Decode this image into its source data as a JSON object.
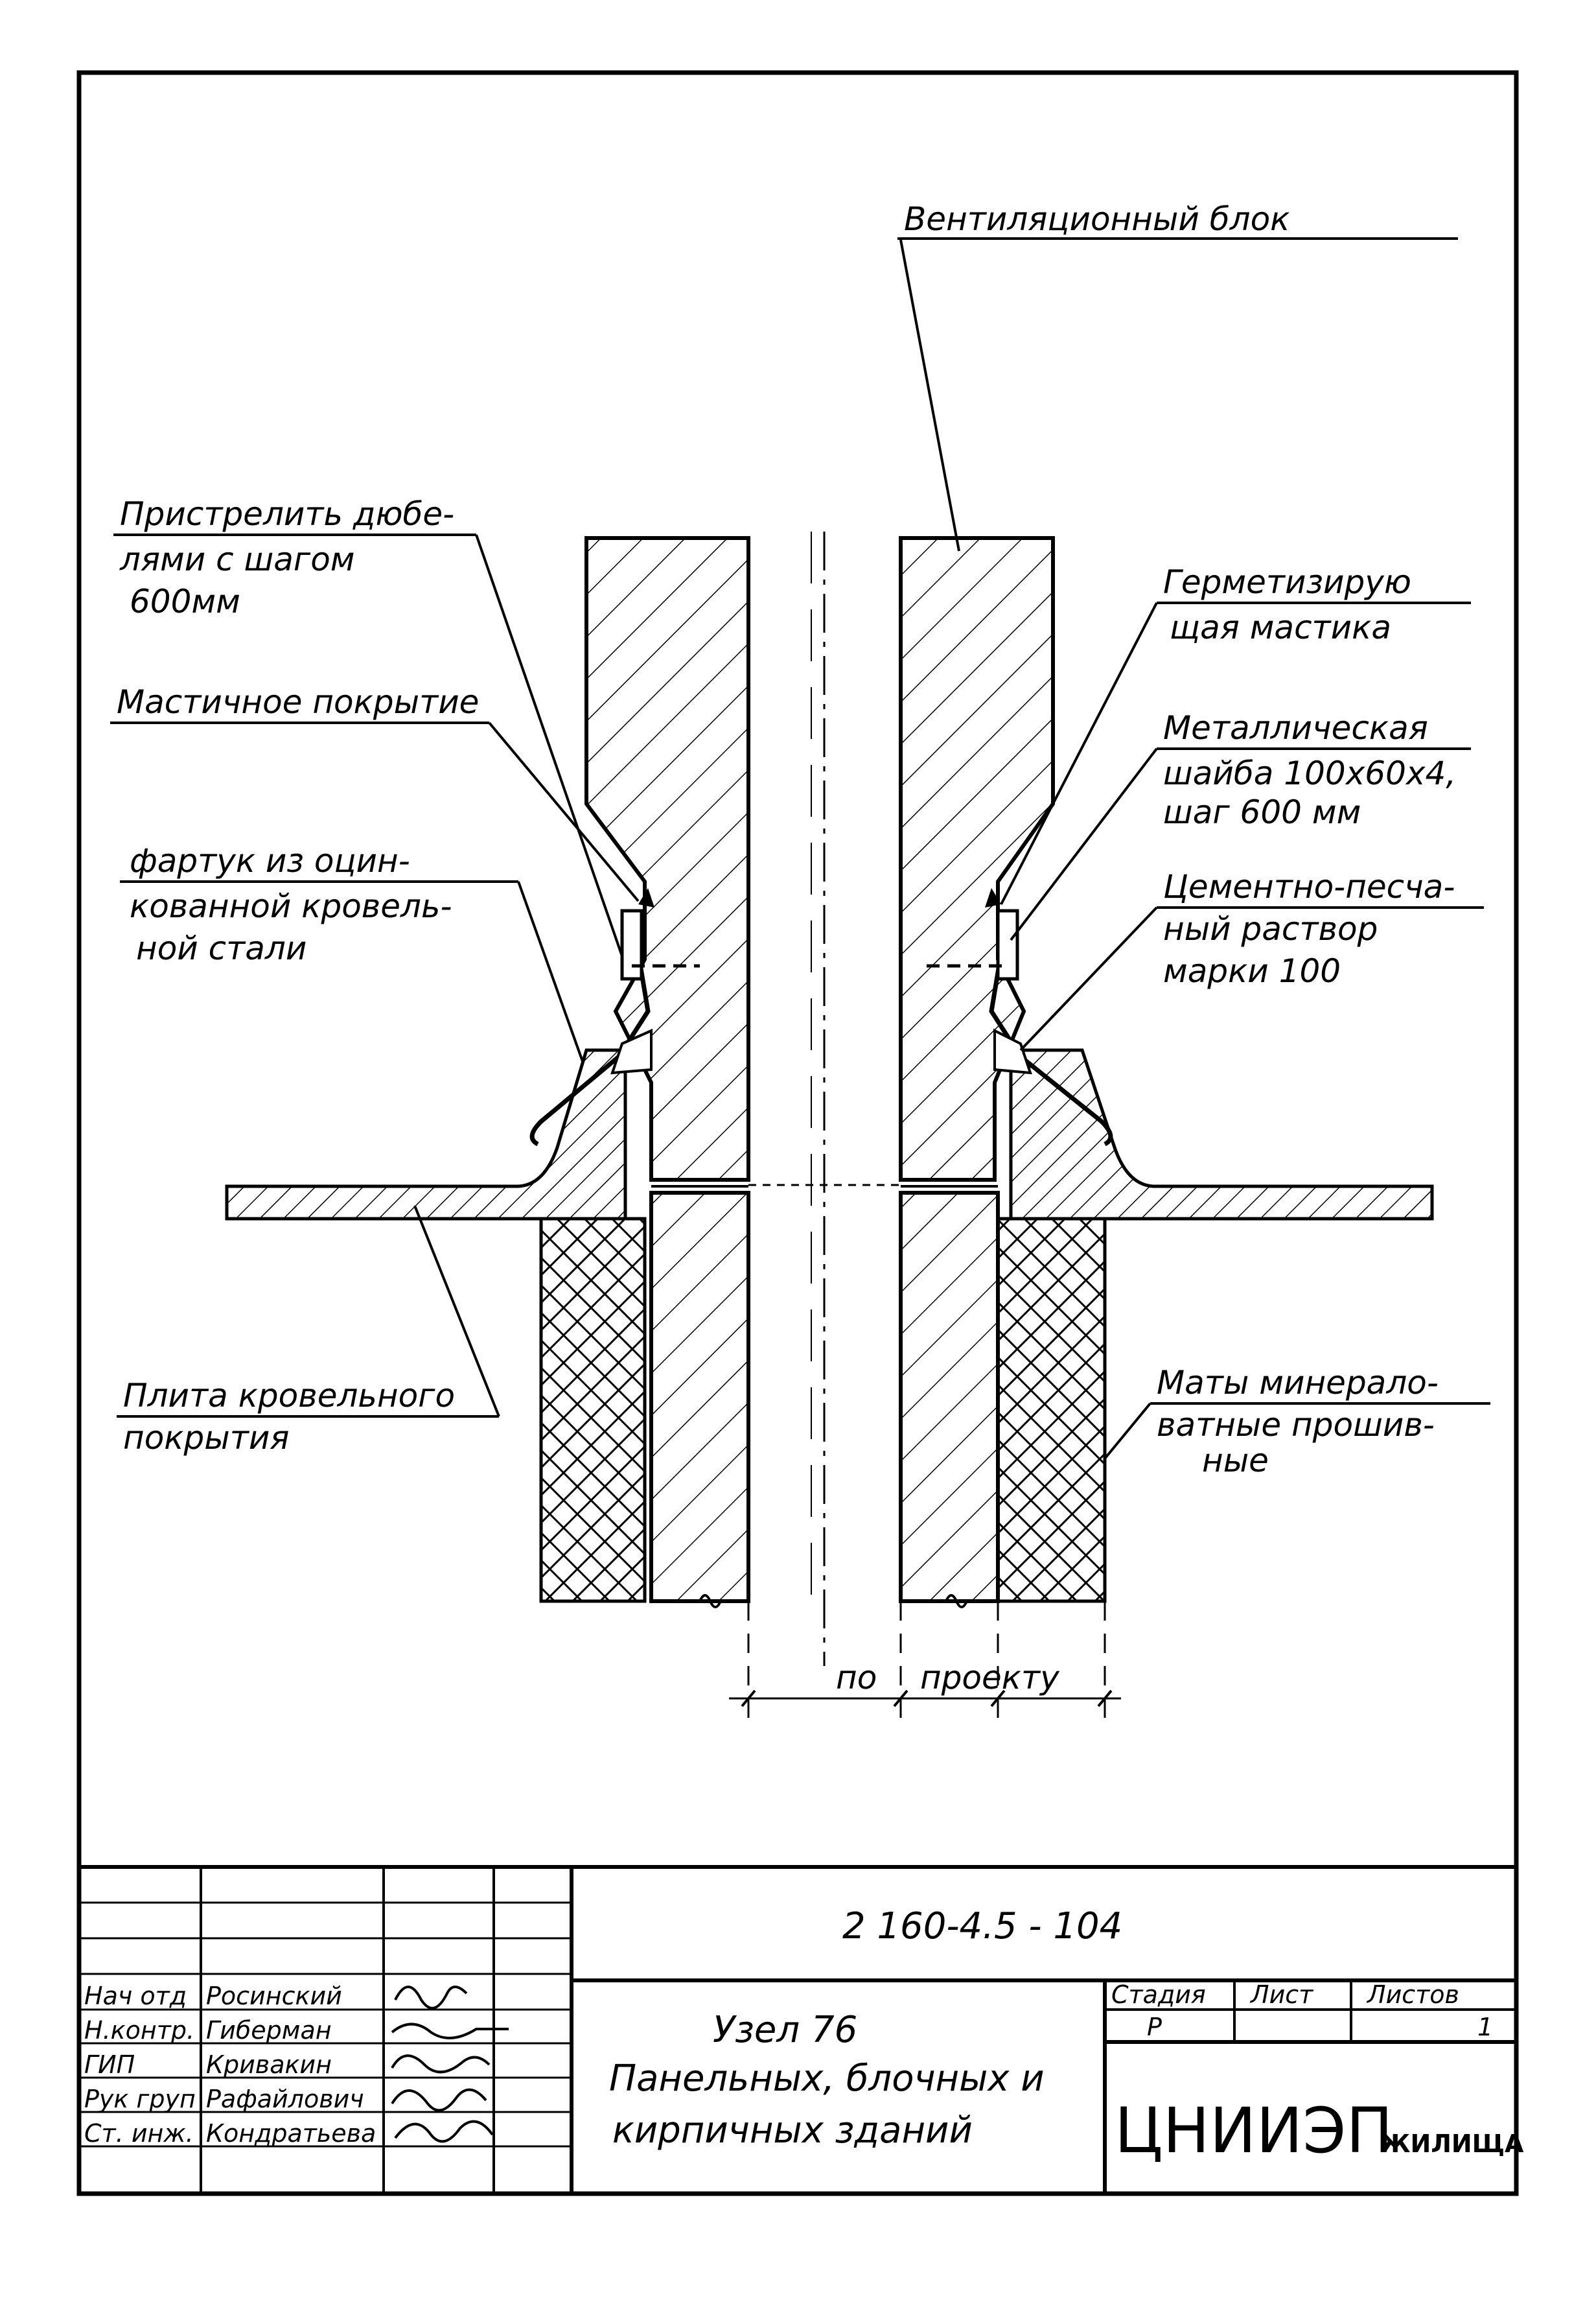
{
  "labels": {
    "vent_block": "Вентиляционный блок",
    "fasten_line1": "Пристрелить дюбе-",
    "fasten_line2": "лями с шагом",
    "fasten_line3": "600мм",
    "mastic_cover": "Мастичное покрытие",
    "apron_line1": "фартук из оцин-",
    "apron_line2": "кованной кровель-",
    "apron_line3": "ной стали",
    "roof_slab_line1": "Плита кровельного",
    "roof_slab_line2": "покрытия",
    "sealant_line1": "Герметизирую",
    "sealant_line2": "щая мастика",
    "washer_line1": "Металлическая",
    "washer_line2": "шайба 100х60х4,",
    "washer_line3": "шаг 600 мм",
    "mortar_line1": "Цементно-песча-",
    "mortar_line2": "ный раствор",
    "mortar_line3": "марки 100",
    "mats_line1": "Маты минерало-",
    "mats_line2": "ватные прошив-",
    "mats_line3": "ные",
    "dim_left": "по",
    "dim_right": "проекту"
  },
  "title_block": {
    "doc_code": "2 160-4.5 - 104",
    "title_line1": "Узел 76",
    "title_line2": "Панельных, блочных и",
    "title_line3": "кирпичных зданий",
    "stage_header": "Стадия",
    "sheet_header": "Лист",
    "sheets_header": "Листов",
    "stage_value": "Р",
    "sheet_value": "",
    "sheets_value": "1",
    "org_logo": "ЦНИИЭП",
    "org_suffix": "ЖИЛИЩА",
    "staff": [
      {
        "role": "Нач отд",
        "name": "Росинский"
      },
      {
        "role": "Н.контр.",
        "name": "Гиберман"
      },
      {
        "role": "ГИП",
        "name": "Кривакин"
      },
      {
        "role": "Рук груп",
        "name": "Рафайлович"
      },
      {
        "role": "Ст. инж.",
        "name": "Кондратьева"
      }
    ]
  }
}
